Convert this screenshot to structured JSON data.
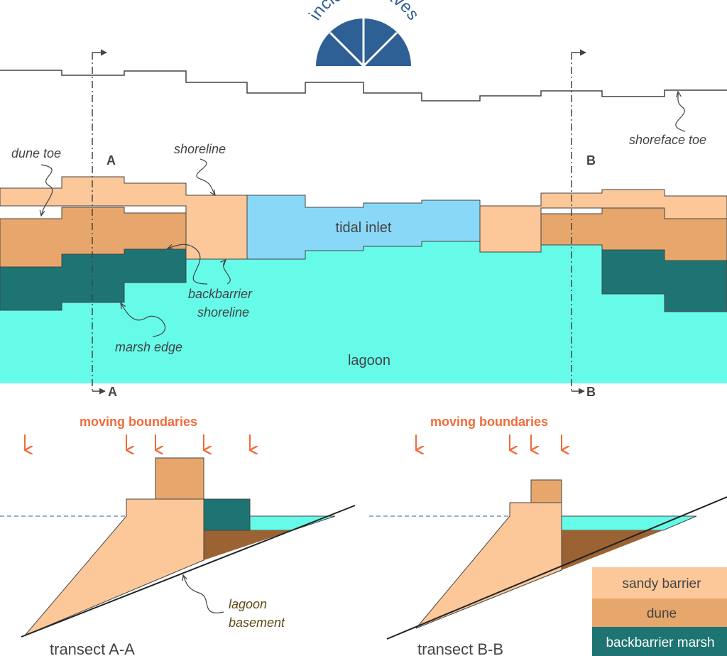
{
  "title": "incident waves",
  "labels": {
    "dune_toe": "dune toe",
    "shoreline": "shoreline",
    "shoreface_toe": "shoreface toe",
    "tidal_inlet": "tidal inlet",
    "backbarrier_shoreline_1": "backbarrier",
    "backbarrier_shoreline_2": "shoreline",
    "marsh_edge": "marsh edge",
    "lagoon": "lagoon",
    "section_a_top": "A",
    "section_a_bottom": "A",
    "section_b_top": "B",
    "section_b_bottom": "B",
    "moving_boundaries_left": "moving boundaries",
    "moving_boundaries_right": "moving boundaries",
    "lagoon_basement_1": "lagoon",
    "lagoon_basement_2": "basement",
    "transect_a": "transect A-A",
    "transect_b": "transect B-B"
  },
  "legend": [
    {
      "label": "sandy barrier",
      "color": "#fcc799",
      "text_color": "#444444"
    },
    {
      "label": "dune",
      "color": "#e7a76c",
      "text_color": "#444444"
    },
    {
      "label": "backbarrier marsh",
      "color": "#1e7473",
      "text_color": "#ffffff"
    }
  ],
  "colors": {
    "sandy_barrier": "#fcc799",
    "dune": "#e7a76c",
    "marsh": "#1e7473",
    "lagoon": "#66fbe9",
    "tidal_inlet": "#8ad8f8",
    "lagoon_basement": "#9b6233",
    "boundary_arrow": "#f06b3a",
    "wave_fan": "#2e6096"
  }
}
